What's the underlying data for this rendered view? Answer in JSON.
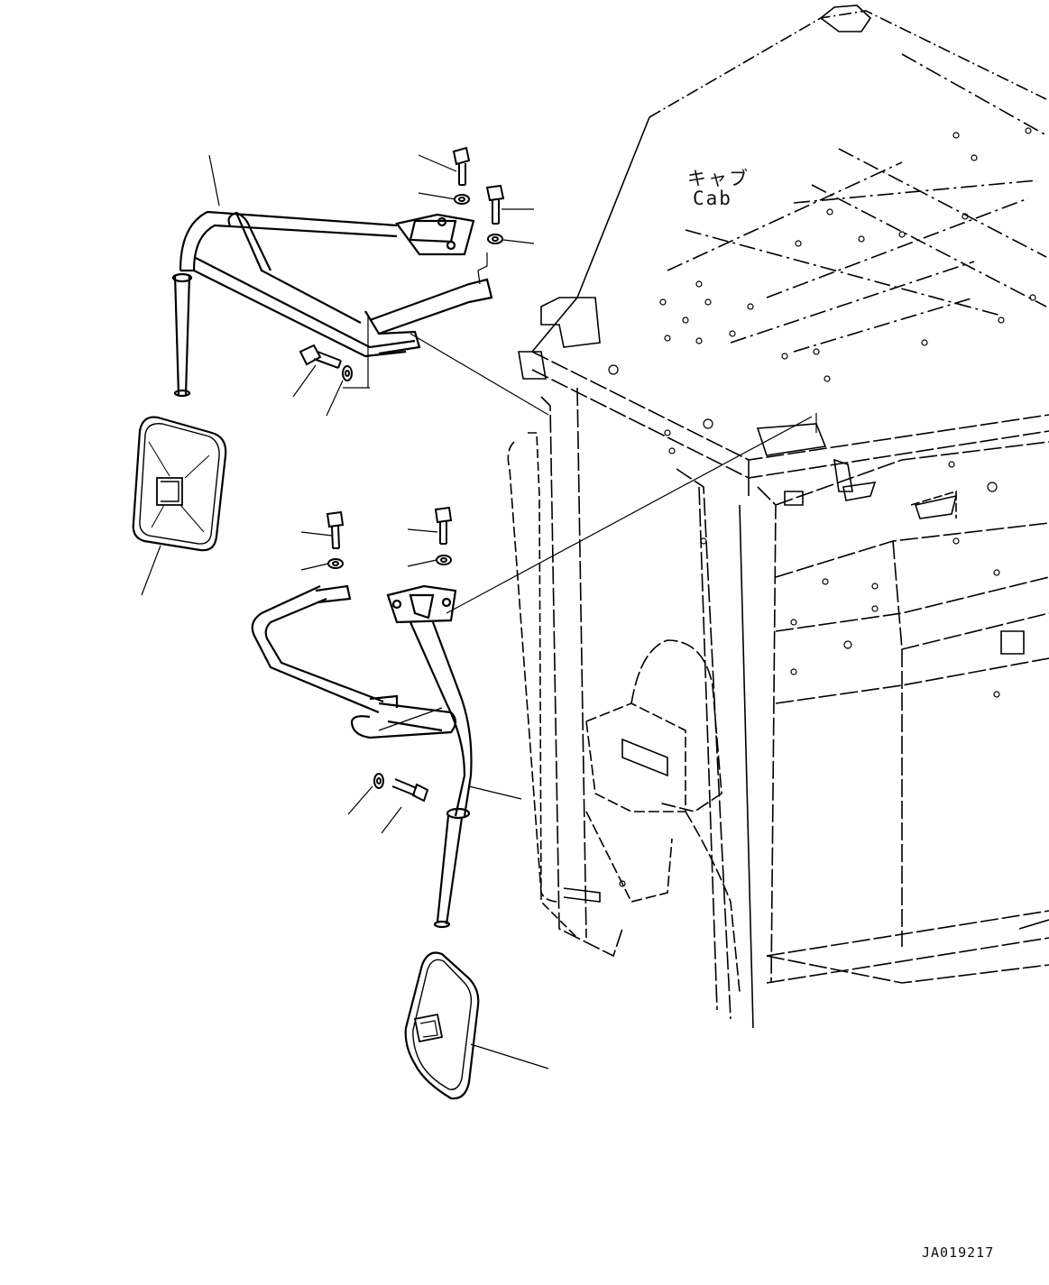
{
  "diagram": {
    "cab_label_jp": "キャブ",
    "cab_label_en": "Cab",
    "drawing_number": "JA019217",
    "parts": [
      {
        "id": "upper-mirror-bracket",
        "kind": "bracket"
      },
      {
        "id": "upper-mirror",
        "kind": "mirror"
      },
      {
        "id": "lower-mirror-bracket",
        "kind": "bracket"
      },
      {
        "id": "lower-mirror",
        "kind": "mirror"
      },
      {
        "id": "bolts",
        "kind": "fastener"
      },
      {
        "id": "washers",
        "kind": "fastener"
      }
    ],
    "line_color": "#000000"
  }
}
